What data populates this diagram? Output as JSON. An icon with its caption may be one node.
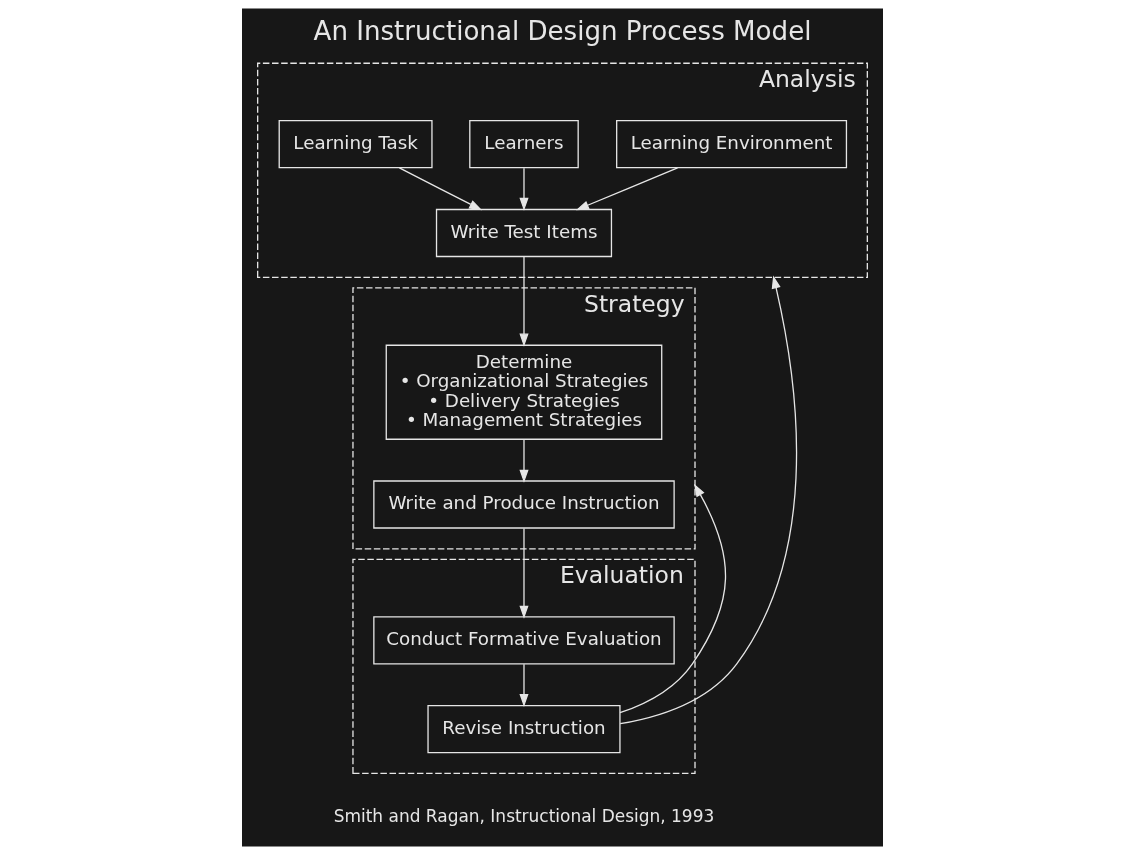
{
  "diagram": {
    "title": "An Instructional Design Process Model",
    "caption": "Smith and Ragan, Instructional Design, 1993",
    "nodes": [
      {
        "text": [
          "Analysis"
        ]
      },
      {
        "text": [
          "Learning Environment"
        ],
        "in": 0
      },
      {
        "text": [
          "Learners"
        ],
        "in": 0
      },
      {
        "text": [
          "Learning Task"
        ],
        "in": 0
      },
      {
        "text": [
          "Write Test Items"
        ],
        "in": 0
      },
      {
        "text": [
          "Strategy"
        ]
      },
      {
        "text": [
          "Determine",
          "• Organizational Strategies",
          "• Delivery Strategies",
          "• Management Strategies"
        ],
        "in": 5
      },
      {
        "text": [
          "Write and Produce Instruction"
        ],
        "in": 5
      },
      {
        "text": [
          "Evaluation"
        ]
      },
      {
        "text": [
          "Conduct Formative Evaluation"
        ],
        "in": 8
      },
      {
        "text": [
          "Revise Instruction"
        ],
        "in": 8
      }
    ],
    "edges": [
      {
        "from": 1,
        "to": 4,
        "arrow": "to"
      },
      {
        "from": 2,
        "to": 4,
        "arrow": "to"
      },
      {
        "from": 3,
        "to": 4,
        "arrow": "to"
      },
      {
        "from": 4,
        "to": 6,
        "arrow": "to"
      },
      {
        "from": 6,
        "to": 7,
        "arrow": "to"
      },
      {
        "from": 7,
        "to": 9,
        "arrow": "to"
      },
      {
        "from": 9,
        "to": 10,
        "arrow": "to"
      },
      {
        "from": 10,
        "to": 0,
        "arrow": "to"
      },
      {
        "from": 10,
        "to": 5,
        "arrow": "to"
      }
    ]
  }
}
